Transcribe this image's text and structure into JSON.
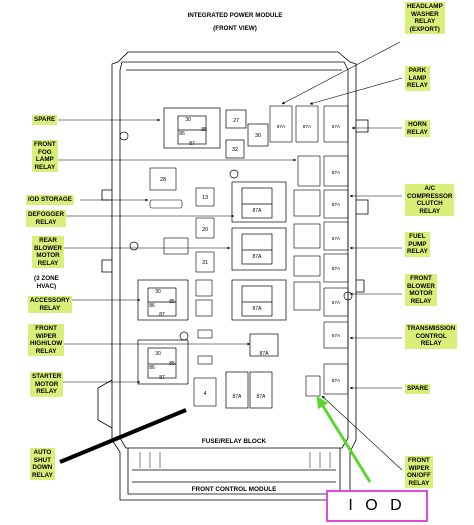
{
  "title": {
    "line1": "INTEGRATED POWER MODULE",
    "line2": "(FRONT VIEW)"
  },
  "labels": {
    "headlamp_washer": "HEADLAMP\nWASHER\nRELAY\n(EXPORT)",
    "park_lamp": "PARK\nLAMP\nRELAY",
    "horn": "HORN\nRELAY",
    "ac_compressor": "A/C\nCOMPRESSOR\nCLUTCH\nRELAY",
    "fuel_pump": "FUEL\nPUMP\nRELAY",
    "front_blower": "FRONT\nBLOWER\nMOTOR\nRELAY",
    "transmission": "TRANSMISSION\nCONTROL\nRELAY",
    "spare_right": "SPARE",
    "front_wiper_onoff": "FRONT\nWIPER\nON/OFF\nRELAY",
    "spare_left": "SPARE",
    "front_fog": "FRONT\nFOG\nLAMP\nRELAY",
    "iod_storage": "IOD STORAGE",
    "defogger": "DEFOGGER\nRELAY",
    "rear_blower": "REAR\nBLOWER\nMOTOR\nRELAY",
    "zone_hvac": "(3 ZONE\nHVAC)",
    "accessory": "ACCESSORY\nRELAY",
    "front_wiper_hilo": "FRONT\nWIPER\nHIGH/LOW\nRELAY",
    "starter": "STARTER\nMOTOR\nRELAY",
    "asd": "AUTO\nSHUT\nDOWN\nRELAY"
  },
  "module": {
    "fuse_relay_block": "FUSE/RELAY BLOCK",
    "front_control_module": "FRONT CONTROL MODULE"
  },
  "fuse_numbers": {
    "f27": "27",
    "f30": "30",
    "f32": "32",
    "f28": "28",
    "f13": "13",
    "f20": "20",
    "f31": "31",
    "f4": "4"
  },
  "relay_pins": {
    "p30": "30",
    "p86": "86",
    "p85": "85",
    "p87": "87",
    "p87a": "87A"
  },
  "callout": {
    "text": "I O D"
  },
  "colors": {
    "label_bg": "#d8f07a",
    "arrow_green": "#5dd62c",
    "callout_border": "#e04ad8"
  }
}
